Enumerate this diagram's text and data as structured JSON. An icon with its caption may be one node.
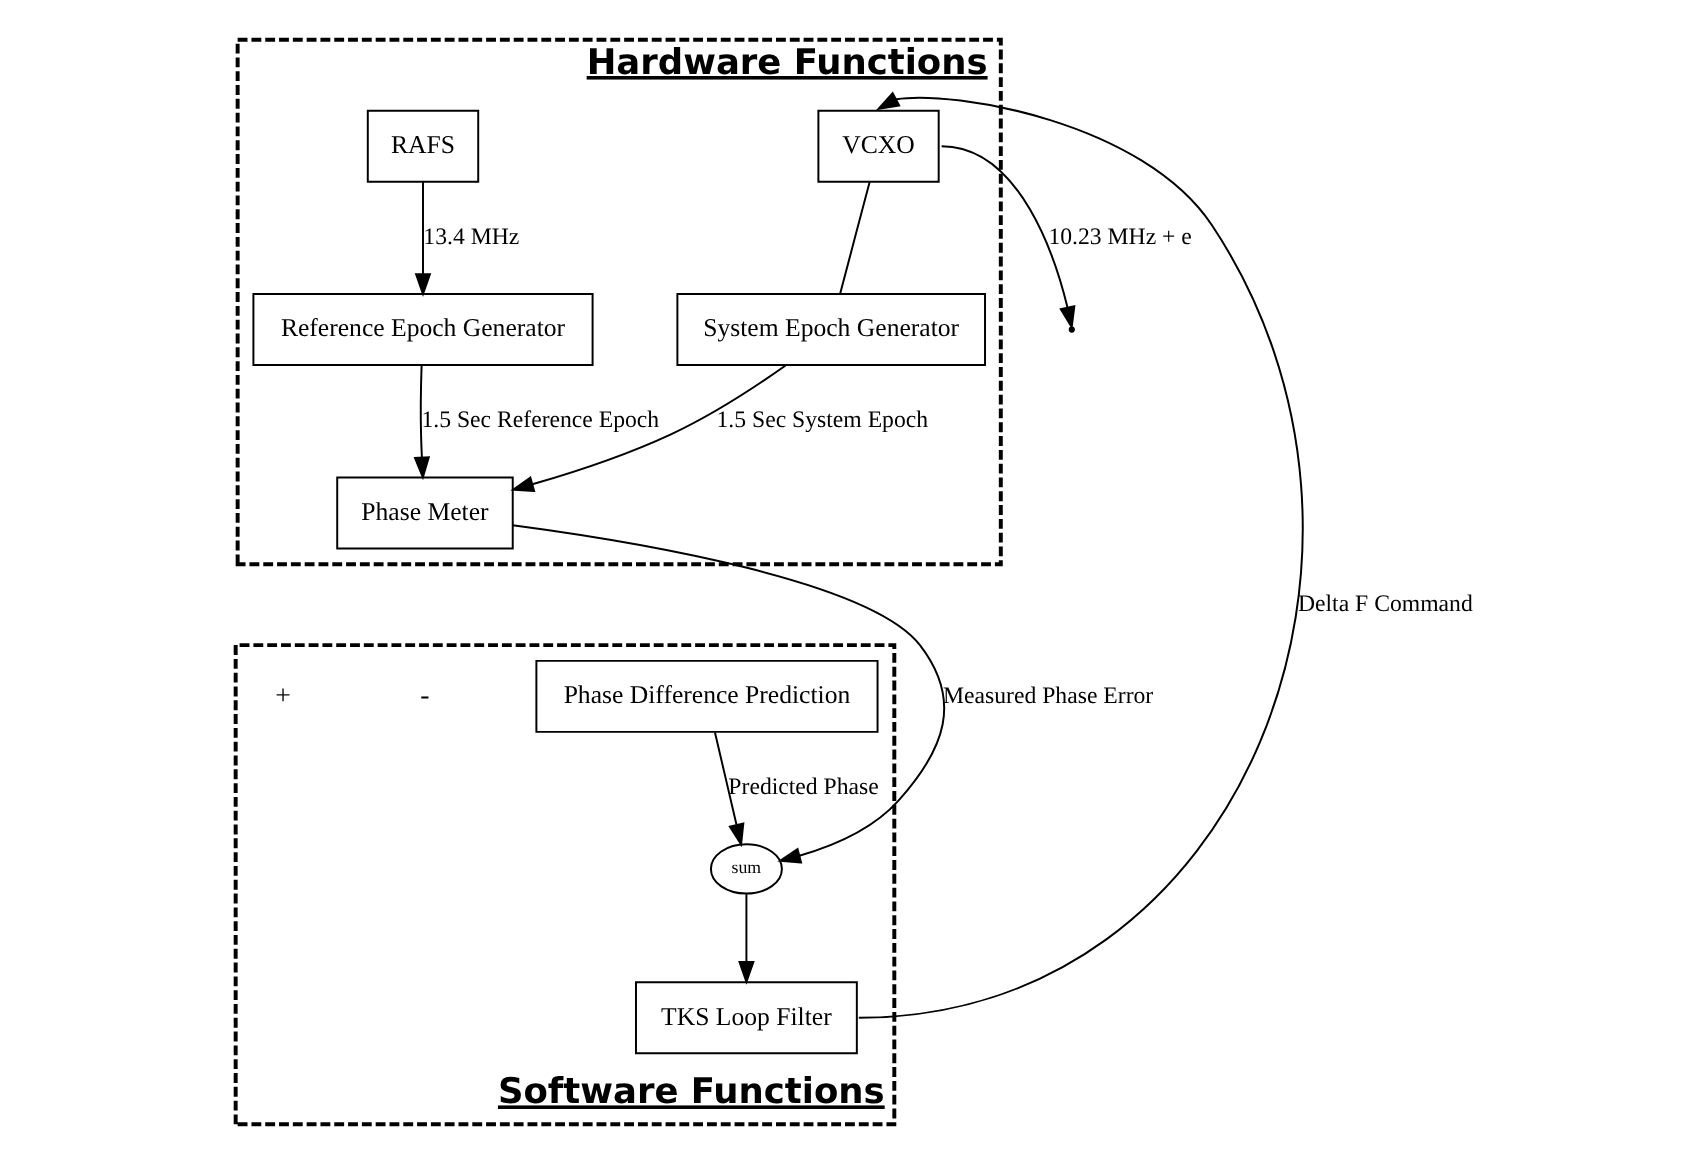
{
  "diagram": {
    "nodes": [
      {
        "text": [
          "Hardware Functions"
        ]
      },
      {
        "text": [
          "RAFS"
        ],
        "in": 0
      },
      {
        "text": [
          "VCXO"
        ],
        "in": 0
      },
      {
        "text": [
          "Reference Epoch Generator"
        ],
        "in": 0
      },
      {
        "text": [
          "Phase Meter"
        ],
        "in": 0
      },
      {
        "text": [
          "System Epoch Generator"
        ],
        "in": 0
      },
      {
        "text": [
          "Software Functions"
        ]
      },
      {
        "text": [
          "Phase Difference Prediction"
        ],
        "in": 6
      },
      {
        "text": [
          "sum"
        ],
        "in": 6
      },
      {
        "text": [
          "TKS Loop Filter"
        ],
        "in": 6
      }
    ],
    "edges": [
      {
        "from": 1,
        "to": 3,
        "arrow": "to",
        "label": "13.4 MHz"
      },
      {
        "from": 3,
        "to": 4,
        "arrow": "to",
        "label": "1.5 Sec Reference Epoch"
      },
      {
        "from": 5,
        "to": 4,
        "arrow": "to",
        "label": "1.5 Sec System Epoch"
      },
      {
        "from": 2,
        "to": 5,
        "arrow": "none"
      },
      {
        "from": 2,
        "to": null,
        "arrow": "to",
        "label": "10.23 MHz + e"
      },
      {
        "from": 4,
        "to": 8,
        "arrow": "to",
        "label": "Measured Phase Error"
      },
      {
        "from": 7,
        "to": 8,
        "arrow": "to",
        "label": "Predicted Phase"
      },
      {
        "from": 8,
        "to": 9,
        "arrow": "to"
      },
      {
        "from": 9,
        "to": 2,
        "arrow": "to",
        "label": "Delta F Command"
      }
    ],
    "labels": [
      "+",
      "-"
    ]
  }
}
